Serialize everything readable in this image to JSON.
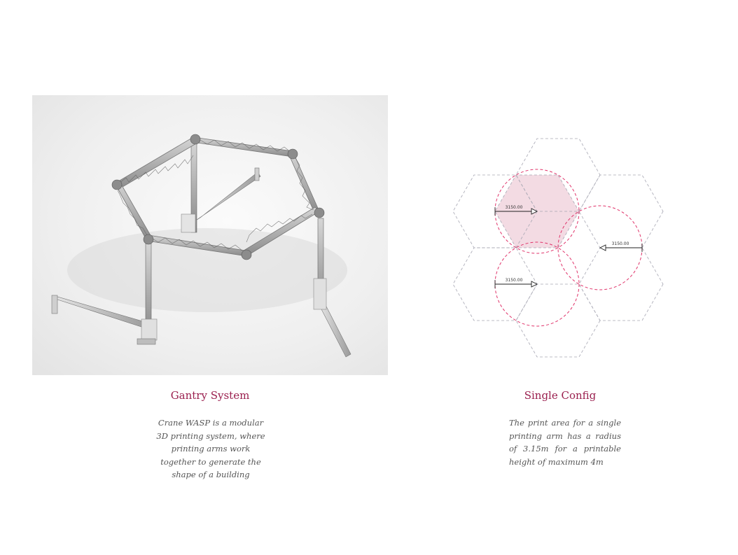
{
  "left_panel": {
    "title": "Gantry System",
    "description": "Crane WASP is a modular 3D printing system, where printing arms work together to generate the shape of a building"
  },
  "right_panel": {
    "title": "Single Config",
    "description": "The print area for a single printing arm has a radius of 3.15m for a printable height of maximum 4m",
    "dimension_labels": [
      "3150.00",
      "3150.00",
      "3150.00"
    ]
  },
  "colors": {
    "accent": "#9a1f4e",
    "circle": "#e0336a",
    "hex_fill": "#f3dbe3",
    "hex_outline": "#a6a6b2",
    "body_text": "#555555"
  }
}
